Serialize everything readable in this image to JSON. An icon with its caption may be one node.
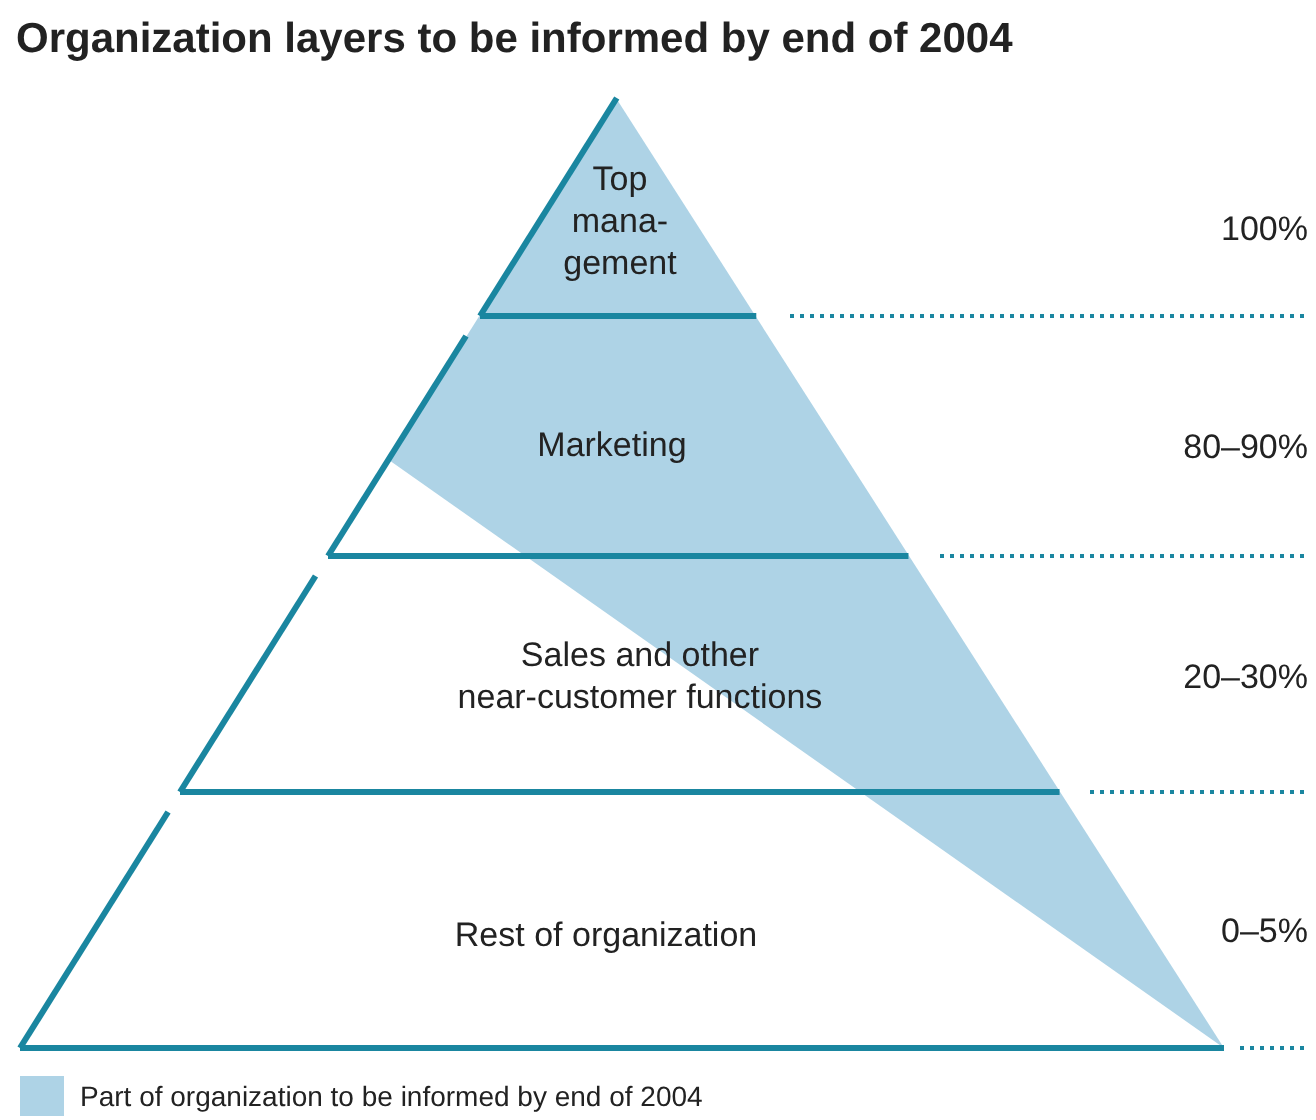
{
  "diagram": {
    "title": "Organization layers to be informed by end of 2004",
    "nodes": [
      {
        "text": [
          "Top mana- gement"
        ]
      },
      {
        "text": [
          "Marketing"
        ]
      },
      {
        "text": [
          "Sales and other near-customer functions"
        ]
      },
      {
        "text": [
          "Rest of organization"
        ]
      }
    ],
    "labels": [
      "100%",
      "80–90%",
      "20–30%",
      "0–5%"
    ],
    "legend": [
      {
        "text": "Part of organization to be informed by end of 2004",
        "color": "#aed3e6"
      }
    ]
  }
}
